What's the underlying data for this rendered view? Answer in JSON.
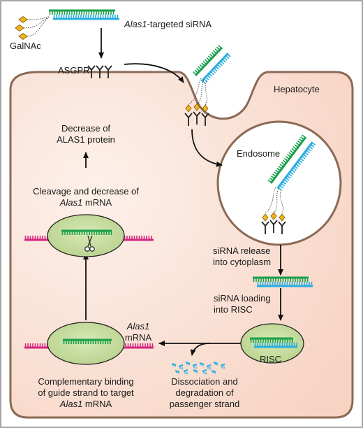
{
  "labels": {
    "sirna_italic": "Alas1",
    "sirna_rest": "-targeted siRNA",
    "galnac": "GalNAc",
    "asgpr": "ASGPR",
    "hepatocyte": "Hepatocyte",
    "endosome": "Endosome",
    "decrease_line1": "Decrease of",
    "decrease_line2": "ALAS1 protein",
    "cleavage_line1": "Cleavage and decrease of",
    "cleavage_italic": "Alas1",
    "cleavage_rest": " mRNA",
    "release_line1": "siRNA release",
    "release_line2": "into cytoplasm",
    "loading_line1": "siRNA loading",
    "loading_line2": "into RISC",
    "alas1_mrna_italic": "Alas1",
    "alas1_mrna_line2": "mRNA",
    "risc": "RISC",
    "binding_line1": "Complementary binding",
    "binding_line2": "of guide strand to target",
    "binding_italic": "Alas1",
    "binding_rest": " mRNA",
    "dissoc_line1": "Dissociation and",
    "dissoc_line2": "degradation of",
    "dissoc_line3": "passenger strand"
  },
  "colors": {
    "guide_strand": "#1aa04a",
    "passenger_strand": "#29aee0",
    "mrna": "#d6267f",
    "risc_fill": "#c5dca0",
    "cell_fill": "#fbe4da",
    "cell_border": "#8b6a55",
    "galnac": "#f2b51a",
    "receptor": "#222222"
  }
}
